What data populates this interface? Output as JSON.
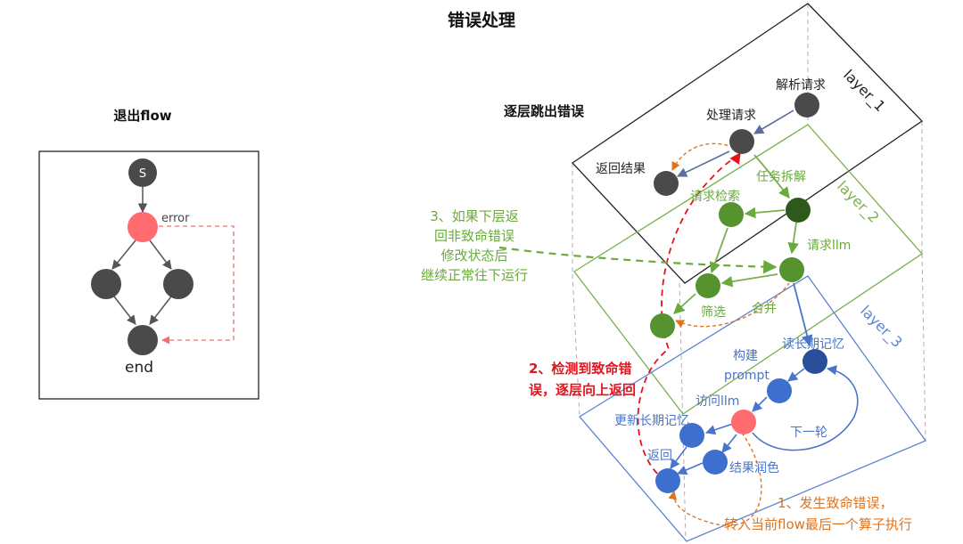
{
  "title": "错误处理",
  "left_panel": {
    "heading": "退出flow",
    "start_label": "S",
    "error_label": "error",
    "end_label": "end"
  },
  "right_panel": {
    "heading": "逐层跳出错误",
    "layers": {
      "layer1": "layer_1",
      "layer2": "layer_2",
      "layer3": "layer_3"
    },
    "layer1_nodes": {
      "parse_request": "解析请求",
      "process_request": "处理请求",
      "return_result": "返回结果"
    },
    "layer2_nodes": {
      "task_decompose": "任务拆解",
      "request_search": "请求检索",
      "request_llm": "请求llm",
      "filter": "筛选",
      "merge": "合并"
    },
    "layer3_nodes": {
      "read_memory": "读长期记忆",
      "build_prompt_1": "构建",
      "build_prompt_2": "prompt",
      "access_llm": "访问llm",
      "update_memory": "更新长期记忆",
      "return": "返回",
      "polish": "结果润色",
      "next_round": "下一轮"
    },
    "annotations": {
      "green": [
        "3、如果下层返",
        "回非致命错误",
        "修改状态后",
        "继续正常往下运行"
      ],
      "red": [
        "2、检测到致命错",
        "误，逐层向上返回"
      ],
      "orange": [
        "1、发生致命错误，",
        "转入当前flow最后一个算子执行"
      ]
    }
  },
  "colors": {
    "node_dark": "#4a4a4a",
    "node_error": "#ff6b6e",
    "node_green": "#56922e",
    "node_green_dark": "#2d5a1a",
    "node_blue": "#3f6fce",
    "node_blue_dark": "#2a4f9a",
    "layer_green": "#79b04b",
    "layer_blue": "#5b83d1",
    "error_red": "#e5131b",
    "orange": "#e0731c"
  }
}
